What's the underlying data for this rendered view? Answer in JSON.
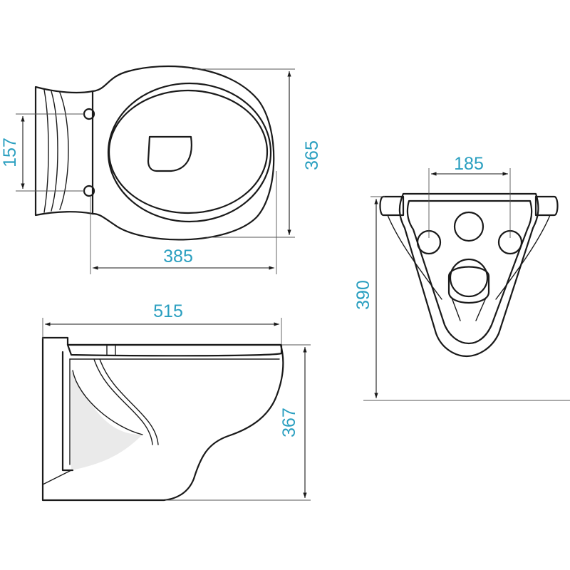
{
  "colors": {
    "line": "#1a1a1a",
    "dimension_text": "#2a9fc0",
    "background": "#ffffff"
  },
  "dimensions": {
    "top_view_width": "385",
    "top_view_depth": "365",
    "top_view_hole_spacing": "157",
    "side_view_length": "515",
    "side_view_height": "367",
    "rear_view_hole_spacing": "185",
    "rear_view_height": "390"
  },
  "views": [
    "top-view",
    "side-view",
    "rear-view"
  ]
}
